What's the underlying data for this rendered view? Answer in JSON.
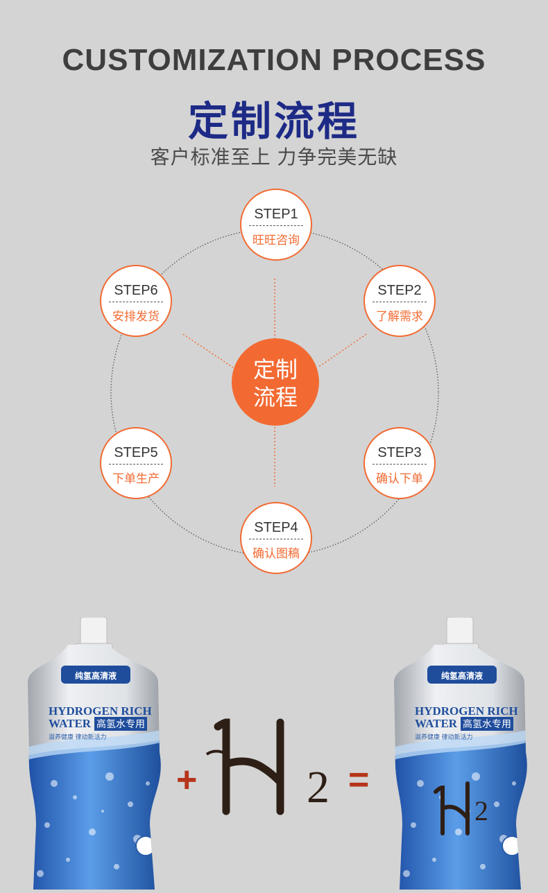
{
  "header": {
    "title_en": "CUSTOMIZATION PROCESS",
    "title_cn": "定制流程",
    "subtitle": "客户标准至上 力争完美无缺"
  },
  "process": {
    "center": {
      "line1": "定制",
      "line2": "流程"
    },
    "steps": [
      {
        "label": "STEP1",
        "text": "旺旺咨询"
      },
      {
        "label": "STEP2",
        "text": "了解需求"
      },
      {
        "label": "STEP3",
        "text": "确认下单"
      },
      {
        "label": "STEP4",
        "text": "确认图稿"
      },
      {
        "label": "STEP5",
        "text": "下单生产"
      },
      {
        "label": "STEP6",
        "text": "安排发货"
      }
    ]
  },
  "product": {
    "brand_en_1": "HYDROGEN RICH",
    "brand_en_2": "WATER",
    "brand_cn": "高氢水专用",
    "tag_line": "纯氢高清液",
    "slogan": "滋养健康 律动新活力",
    "plus": "+",
    "equals": "=",
    "formula_main": "H",
    "formula_sub": "2"
  },
  "colors": {
    "accent": "#f26a32",
    "title_blue": "#1d2a86",
    "formula": "#2e1f16",
    "operator": "#b5341a"
  }
}
